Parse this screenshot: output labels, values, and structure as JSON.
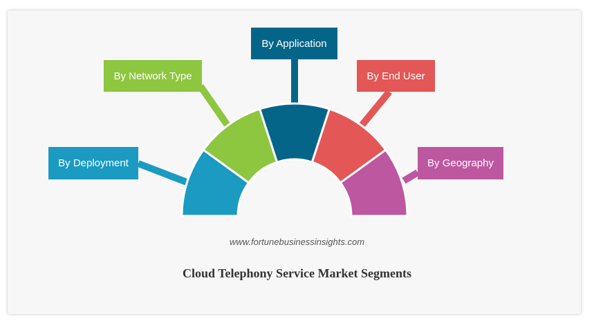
{
  "segments": [
    {
      "label": "By Deployment",
      "color": "#1b9ac2"
    },
    {
      "label": "By Network Type",
      "color": "#8dc63f"
    },
    {
      "label": "By Application",
      "color": "#056589"
    },
    {
      "label": "By End User",
      "color": "#e35756"
    },
    {
      "label": "By Geography",
      "color": "#bd57a0"
    }
  ],
  "watermark": "www.fortunebusinessinsights.com",
  "title": "Cloud Telephony Service Market Segments"
}
